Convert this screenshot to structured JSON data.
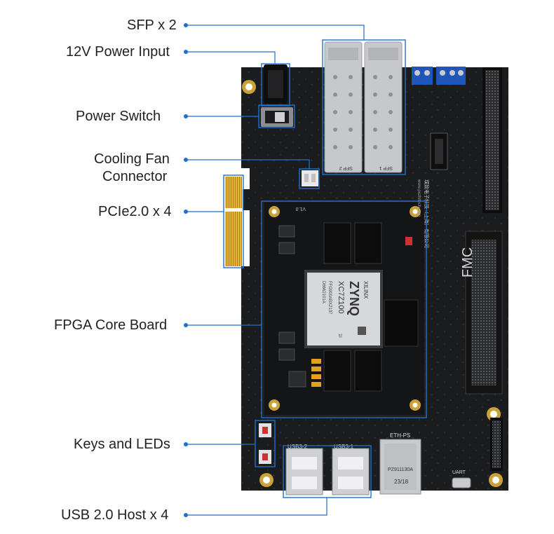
{
  "callouts": {
    "sfp": "SFP x 2",
    "power_input": "12V Power Input",
    "power_switch": "Power Switch",
    "cooling_fan_line1": "Cooling Fan",
    "cooling_fan_line2": "Connector",
    "pcie": "PCIe2.0 x 4",
    "fpga_core": "FPGA Core Board",
    "keys_leds": "Keys and LEDs",
    "usb_host": "USB 2.0 Host x 4"
  },
  "board": {
    "fmc_label": "FMC",
    "sfp_port_labels": [
      "SFP 2",
      "SFP 1"
    ],
    "usb_port_labels": [
      "USB3-2",
      "USB3-1"
    ],
    "eth_label": "ETH-PS",
    "eth_chip_text": "PZ911130A",
    "eth_date_code": "23/18",
    "uart_label": "UART",
    "fpga_brand": "XILINX",
    "fpga_family": "ZYNQ",
    "fpga_part": "XC7Z100",
    "fpga_code1": "FFG900ABX2137",
    "fpga_code2": "D6662101A",
    "fpga_grade": "1I",
    "core_version": "V1.0",
    "brand_cn": "璞致电子科技（上海）有限公司",
    "website": "www.puzhitech.com"
  },
  "colors": {
    "accent_blue": "#1f6fce",
    "pcb": "#1b1c1e",
    "gold": "#d9a521"
  }
}
